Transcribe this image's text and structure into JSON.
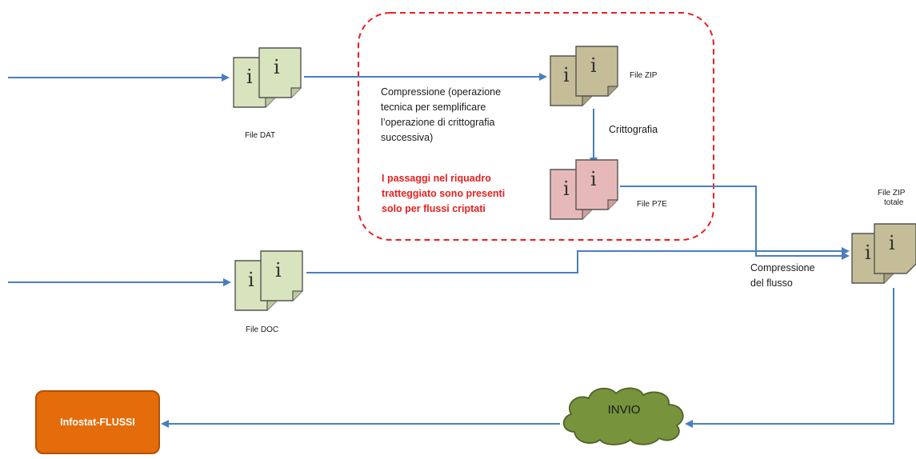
{
  "files": {
    "dat": "File DAT",
    "zip": "File ZIP",
    "p7e": "File P7E",
    "doc": "File DOC",
    "zip_totale": "File ZIP totale"
  },
  "steps": {
    "compressione_lines": [
      "Compressione (operazione",
      "tecnica per semplificare",
      "l’operazione di crittografia",
      "successiva)"
    ],
    "crittografia": "Crittografia",
    "compressione_flusso_lines": [
      "Compressione",
      "del flusso"
    ]
  },
  "note_lines": [
    "I passaggi nel riquadro",
    "tratteggiato sono presenti",
    "solo per flussi criptati"
  ],
  "invio": "INVIO",
  "destination": "Infostat-FLUSSI",
  "colors": {
    "arrow": "#4a7ebf",
    "dashed_border": "#e8201e",
    "dat_doc_fill": "#d7e4bd",
    "zip_fill": "#c4bd97",
    "p7e_fill": "#e6b9b8",
    "cloud_fill": "#77933c",
    "destination_fill": "#e46c0a"
  },
  "icons": {
    "document": "info-document-icon",
    "cloud": "cloud-icon"
  }
}
